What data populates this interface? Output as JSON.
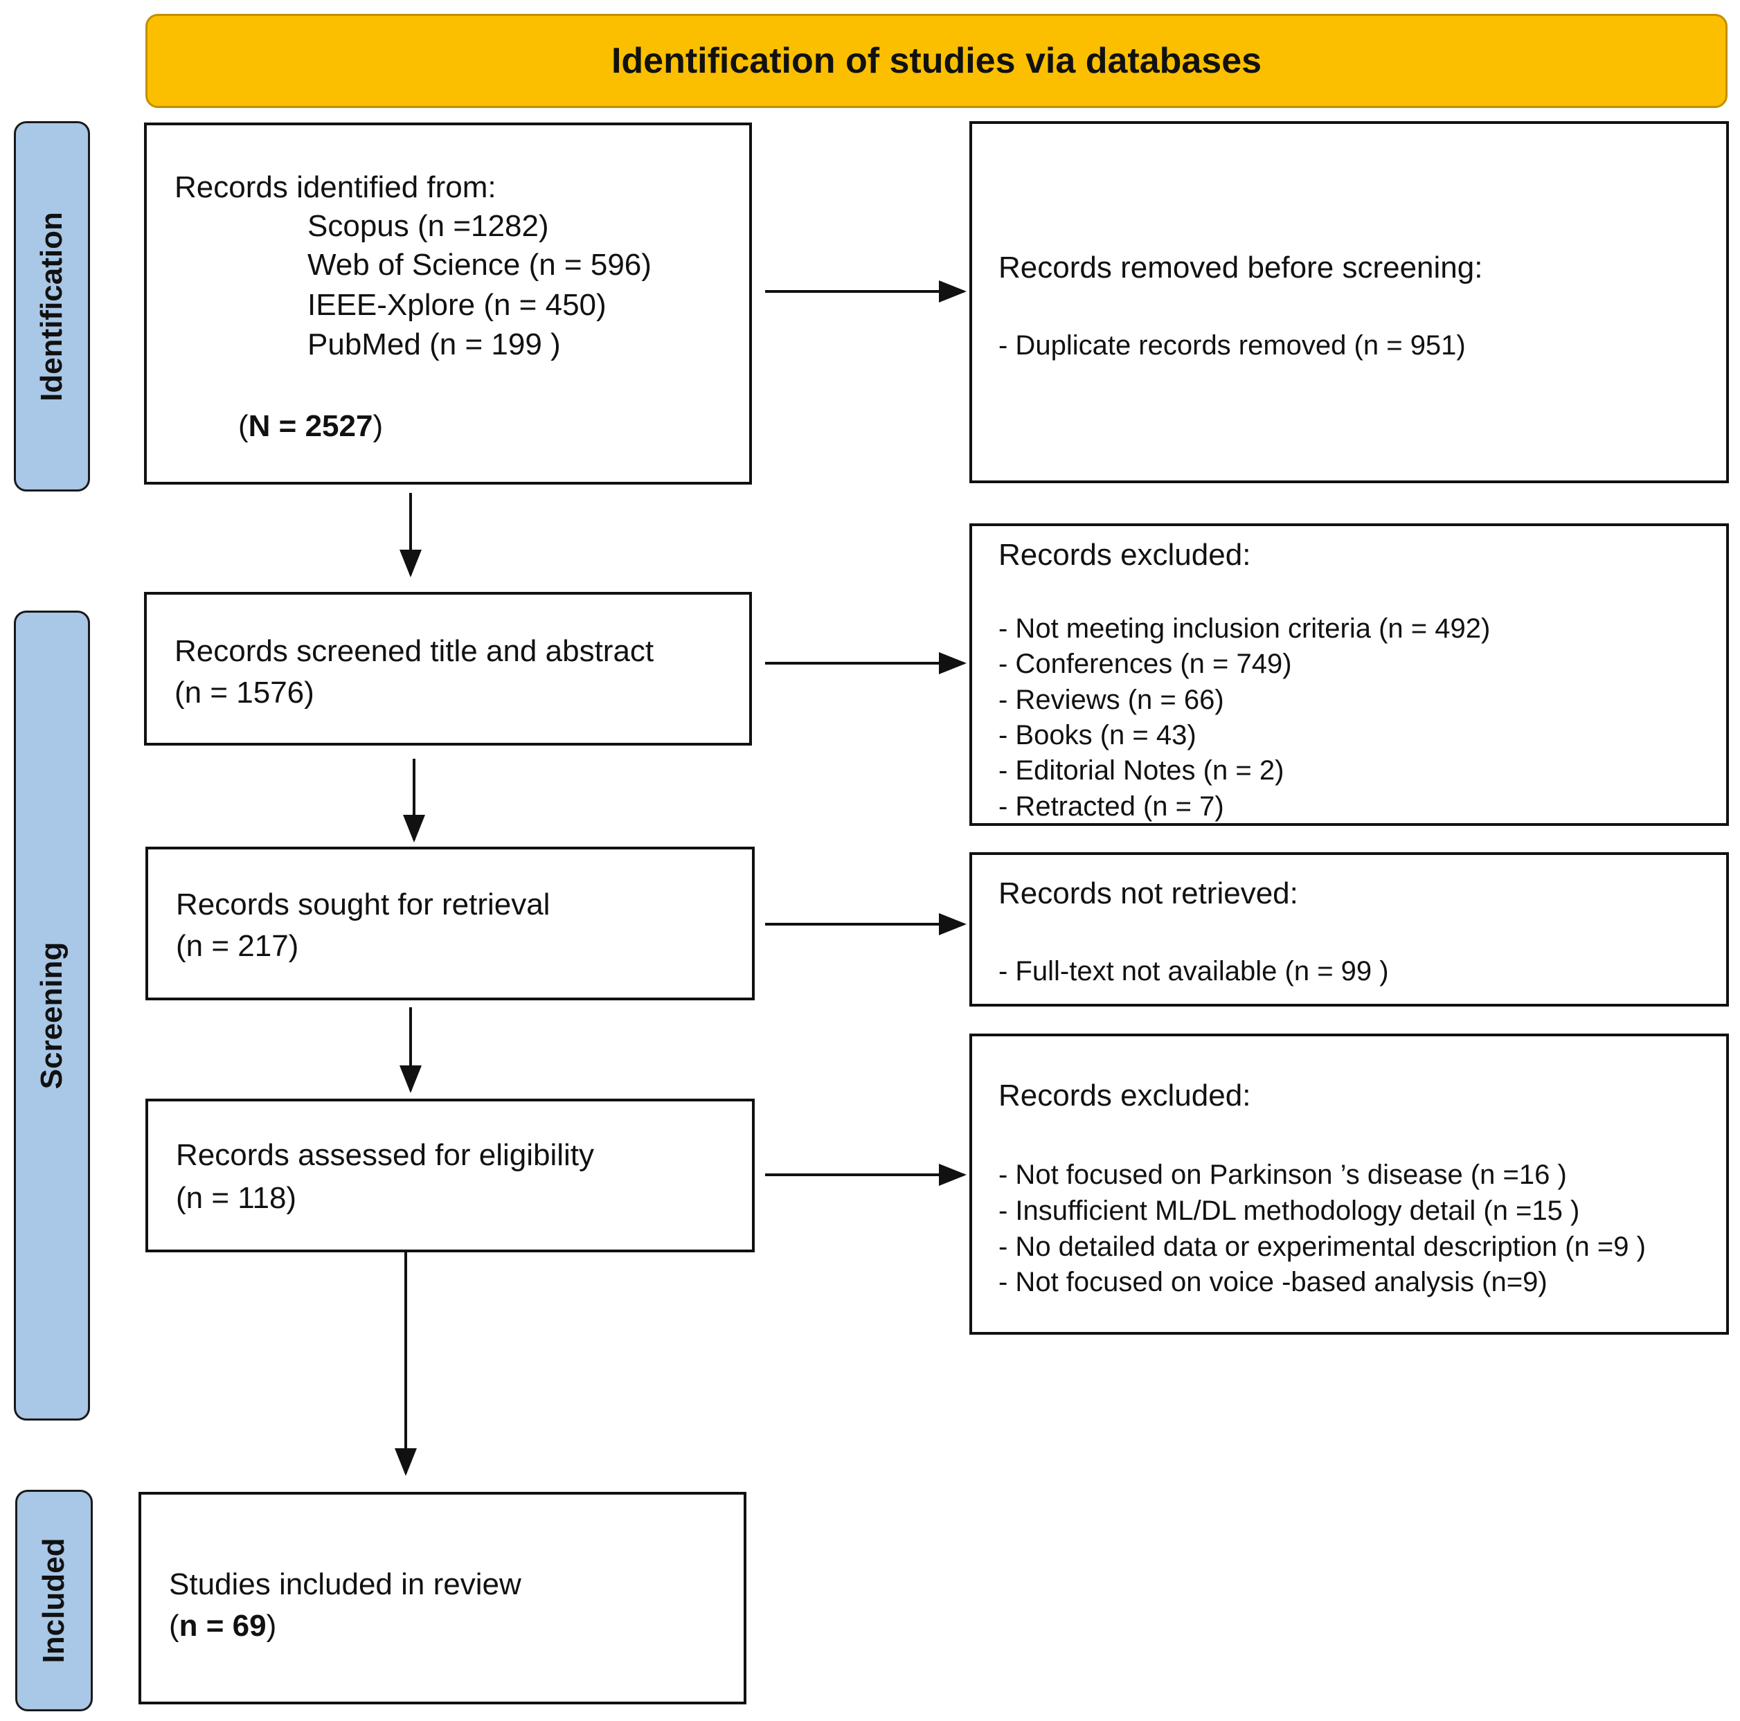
{
  "header": {
    "title": "Identification of studies via databases"
  },
  "phases": {
    "identification": "Identification",
    "screening": "Screening",
    "included": "Included"
  },
  "identified": {
    "heading": "Records identified from:",
    "sources": [
      "Scopus (n =1282)",
      "Web of Science (n = 596)",
      "IEEE-Xplore (n = 450)",
      "PubMed (n =  199 )"
    ],
    "total_open": "(",
    "total_bold": "N = 2527",
    "total_close": ")"
  },
  "removed": {
    "heading": "Records removed before screening:",
    "items": [
      "- Duplicate records removed (n = 951)"
    ]
  },
  "screened": {
    "line1": "Records screened title and abstract",
    "line2": "(n = 1576)"
  },
  "excluded1": {
    "heading": "Records excluded:",
    "items": [
      "- Not meeting inclusion criteria (n =  492)",
      "- Conferences (n = 749)",
      "- Reviews (n = 66)",
      "- Books (n = 43)",
      "- Editorial Notes (n = 2)",
      "- Retracted (n = 7)"
    ]
  },
  "sought": {
    "line1": "Records sought for retrieval",
    "line2": "(n = 217)"
  },
  "not_retrieved": {
    "heading": "Records not retrieved:",
    "items": [
      "- Full-text not available (n = 99 )"
    ]
  },
  "assessed": {
    "line1": "Records assessed for eligibility",
    "line2": "(n = 118)"
  },
  "excluded2": {
    "heading": "Records excluded:",
    "items": [
      "- Not focused on Parkinson ’s disease (n =16 )",
      "- Insufficient ML/DL methodology detail (n =15 )",
      "- No detailed data or experimental description (n =9 )",
      "- Not focused on voice -based analysis (n=9)"
    ]
  },
  "included": {
    "line1": "Studies included in review",
    "total_open": "(",
    "total_bold": "n = 69",
    "total_close": ")"
  }
}
